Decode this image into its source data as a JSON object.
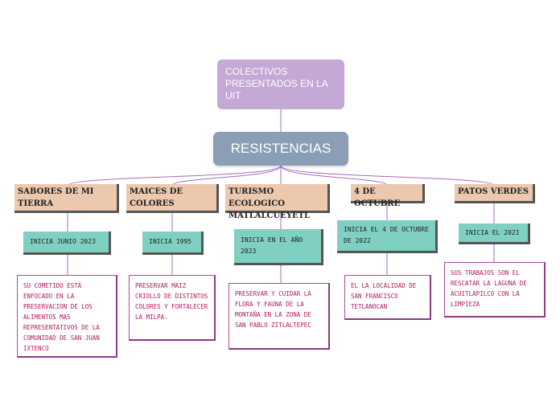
{
  "top": {
    "title": "COLECTIVOS PRESENTADOS EN LA UIT"
  },
  "main": {
    "title": "RESISTENCIAS"
  },
  "branches": [
    {
      "category": "SABORES DE MI TIERRA",
      "date": "INICIA JUNIO 2023",
      "description": "SU COMETIDO ESTÁ ENFOCADO EN LA PRESERVACION DE LOS ALIMENTOS MAS REPRESENTATIVOS DE LA COMUNIDAD DE SAN JUAN IXTENCO"
    },
    {
      "category": "MAICES DE COLORES",
      "date": "INICIA 1995",
      "description": "PRESERVAR MAIZ CRIOLLO DE DISTINTOS COLORES Y FORTALECER LA MILPA."
    },
    {
      "category": "TURISMO ECOLOGICO MATLALCUEYETL",
      "date": "INICIA EN EL AÑO 2023",
      "description": "PRESERVAR Y CUIDAR LA FLORA Y FAUNA DE LA MONTAÑA EN LA ZONA DE SAN PABLO ZITLALTEPEC"
    },
    {
      "category": "4 DE OCTUBRE",
      "date": "INICIA EL 4 DE OCTUBRE DE 2022",
      "description": "EL LA LOCALIDAD DE SAN FRANCISCO TETLANOCAN"
    },
    {
      "category": "PATOS VERDES",
      "date": "INICIA EL 2021",
      "description": "SUS TRABAJOS SON EL RESCATAR LA LAGUNA DE ACUITLAPILCO CON LA LIMPIEZA"
    }
  ],
  "colors": {
    "connector": "#a86bc2",
    "top": "#c4a8d6",
    "main": "#8a9fb5",
    "category": "#ebc8ae",
    "date": "#7fd0c2",
    "description_text": "#b1195c"
  }
}
